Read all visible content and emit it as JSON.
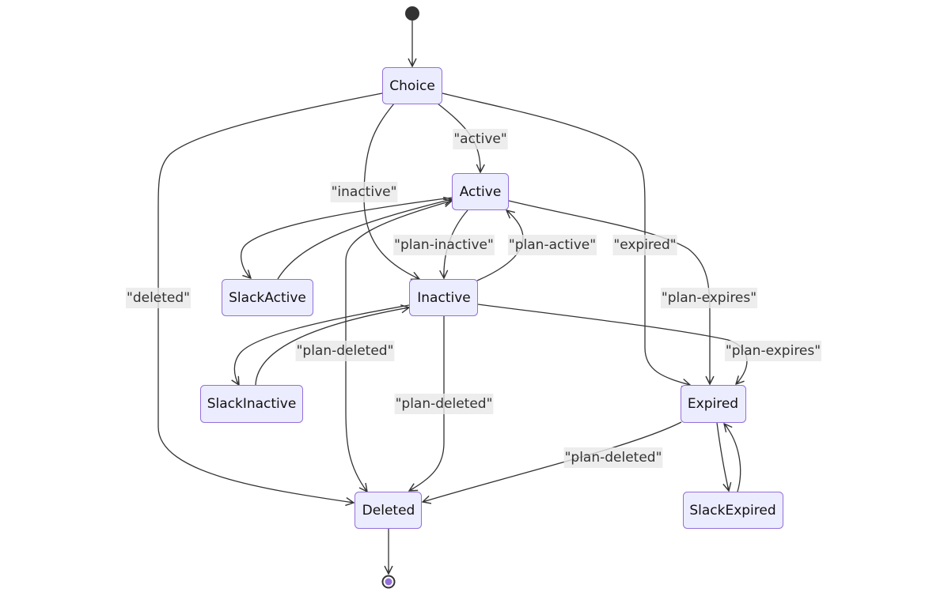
{
  "diagram": {
    "type": "state-diagram",
    "start_state": "start",
    "end_state": "end",
    "states": [
      {
        "id": "Choice",
        "label": "Choice"
      },
      {
        "id": "Active",
        "label": "Active"
      },
      {
        "id": "Inactive",
        "label": "Inactive"
      },
      {
        "id": "SlackActive",
        "label": "SlackActive"
      },
      {
        "id": "SlackInactive",
        "label": "SlackInactive"
      },
      {
        "id": "Expired",
        "label": "Expired"
      },
      {
        "id": "SlackExpired",
        "label": "SlackExpired"
      },
      {
        "id": "Deleted",
        "label": "Deleted"
      }
    ],
    "transitions": [
      {
        "from": "start",
        "to": "Choice",
        "label": ""
      },
      {
        "from": "Choice",
        "to": "Active",
        "label": "\"active\""
      },
      {
        "from": "Choice",
        "to": "Inactive",
        "label": "\"inactive\""
      },
      {
        "from": "Choice",
        "to": "Expired",
        "label": "\"expired\""
      },
      {
        "from": "Choice",
        "to": "Deleted",
        "label": "\"deleted\""
      },
      {
        "from": "Active",
        "to": "SlackActive",
        "label": ""
      },
      {
        "from": "SlackActive",
        "to": "Active",
        "label": ""
      },
      {
        "from": "Active",
        "to": "Inactive",
        "label": "\"plan-inactive\""
      },
      {
        "from": "Inactive",
        "to": "Active",
        "label": "\"plan-active\""
      },
      {
        "from": "Active",
        "to": "Expired",
        "label": "\"plan-expires\""
      },
      {
        "from": "Deleted",
        "to": "Active",
        "label": ""
      },
      {
        "from": "Inactive",
        "to": "SlackInactive",
        "label": ""
      },
      {
        "from": "SlackInactive",
        "to": "Inactive",
        "label": "\"plan-deleted\""
      },
      {
        "from": "Inactive",
        "to": "Expired",
        "label": "\"plan-expires\""
      },
      {
        "from": "Inactive",
        "to": "Deleted",
        "label": "\"plan-deleted\""
      },
      {
        "from": "Expired",
        "to": "SlackExpired",
        "label": ""
      },
      {
        "from": "SlackExpired",
        "to": "Expired",
        "label": ""
      },
      {
        "from": "Expired",
        "to": "Deleted",
        "label": "\"plan-deleted\""
      },
      {
        "from": "Deleted",
        "to": "end",
        "label": ""
      }
    ]
  },
  "colors": {
    "node_fill": "#ECECFF",
    "node_border": "#9370DB",
    "edge": "#333333",
    "label_bg": "#e8e8e8",
    "start": "#333333",
    "end_inner": "#9370DB"
  }
}
